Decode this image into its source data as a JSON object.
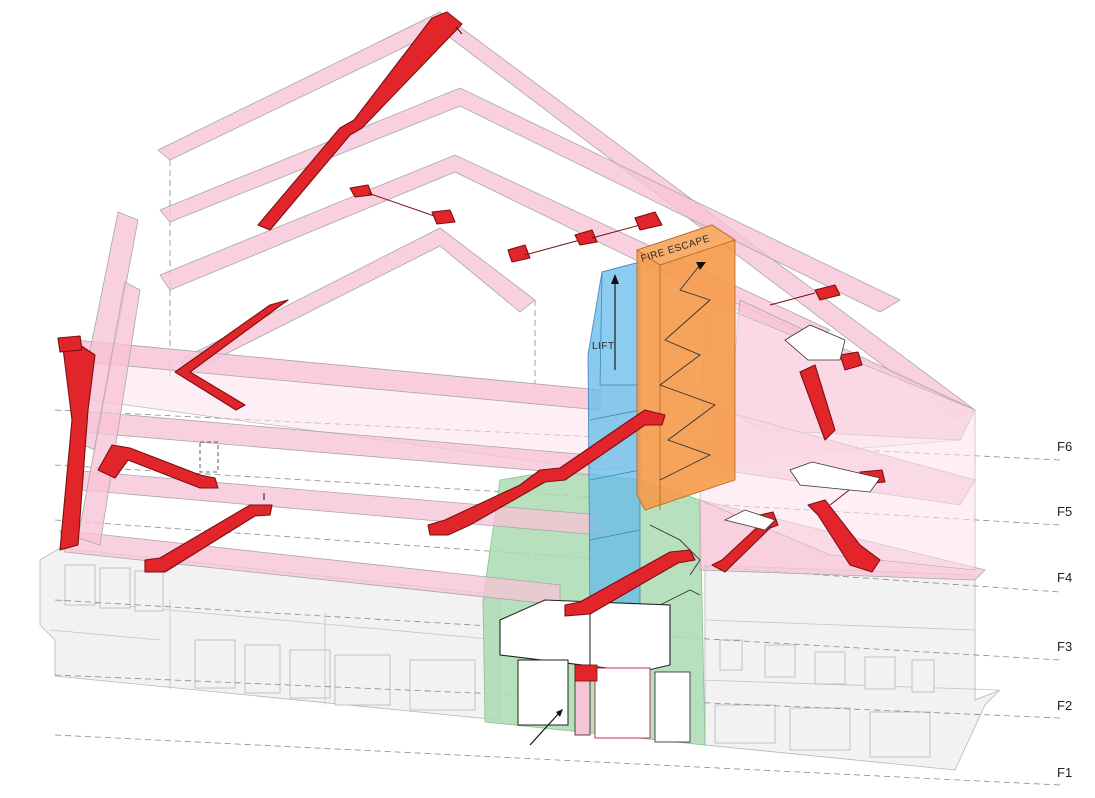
{
  "diagram": {
    "floor_levels": [
      "F6",
      "F5",
      "F4",
      "F3",
      "F2",
      "F1"
    ],
    "cores": {
      "lift_label": "LIFT",
      "fire_escape_label": "FIRE ESCAPE"
    },
    "colors": {
      "slab_pink": "#f7c3d6",
      "ramp_red": "#e2252b",
      "lift_blue": "#6bbde8",
      "fire_escape_orange": "#f59a4a",
      "ground_green": "#a9dcb0",
      "facade_grey": "#f2f2f2"
    }
  }
}
